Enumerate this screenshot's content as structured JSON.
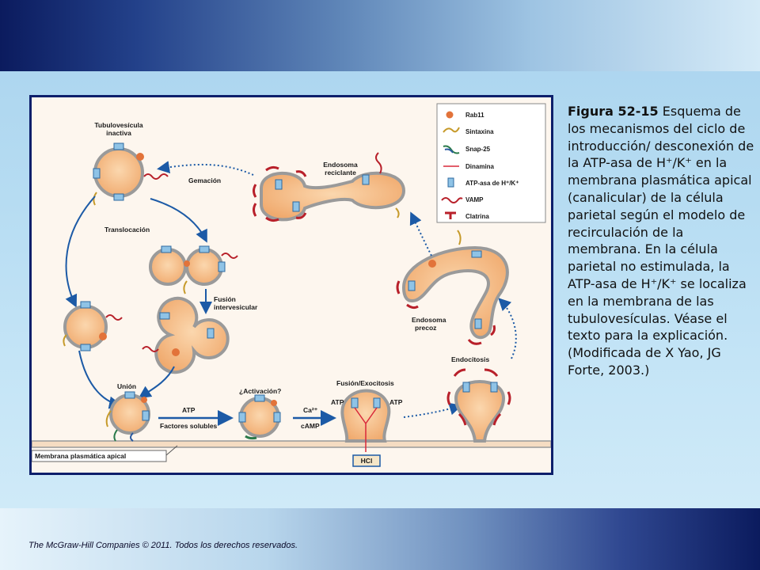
{
  "caption": {
    "figure_label": "Figura 52-15",
    "text": "Esquema de los mecanismos del ciclo de introducción/ desconexión de la ATP-asa de H⁺/K⁺ en la membrana plasmática apical (canalicular) de la célula parietal según el modelo de recirculación de la membrana. En la célula parietal no estimulada, la ATP-asa de H⁺/K⁺ se localiza en la membrana de las tubulovesículas. Véase el texto para la explicación. (Modificada de X Yao, JG Forte, 2003.)"
  },
  "footer": {
    "copyright": "The McGraw-Hill Companies © 2011. Todos los derechos reservados."
  },
  "diagram": {
    "labels": {
      "tubulovesicula": "Tubulovesícula",
      "inactiva": "inactiva",
      "gemacion": "Gemación",
      "translocacion": "Translocación",
      "fusion_inter_1": "Fusión",
      "fusion_inter_2": "intervesicular",
      "union": "Unión",
      "atp_1": "ATP",
      "factores": "Factores solubles",
      "activacion": "¿Activación?",
      "ca": "Ca²⁺",
      "camp": "cAMP",
      "fusion_exo": "Fusión/Exocitosis",
      "atp_left": "ATP",
      "atp_right": "ATP",
      "hcl": "HCl",
      "endocitosis": "Endocitosis",
      "endosoma_precoz_1": "Endosoma",
      "endosoma_precoz_2": "precoz",
      "endosoma_rec_1": "Endosoma",
      "endosoma_rec_2": "reciclante",
      "membrana_apical": "Membrana plasmática apical"
    },
    "legend": {
      "rab11": "Rab11",
      "sintaxina": "Sintaxina",
      "snap25": "Snap-25",
      "dinamina": "Dinamina",
      "atpasa": "ATP-asa de H⁺/K⁺",
      "vamp": "VAMP",
      "clatrina": "Clatrina"
    },
    "colors": {
      "vesicle_fill": "#f7c28e",
      "membrane": "#9a9a9a",
      "rab11": "#e2733a",
      "clathrin": "#b8202a",
      "arrow": "#1c5aa6",
      "frame": "#0d1f6b"
    }
  }
}
